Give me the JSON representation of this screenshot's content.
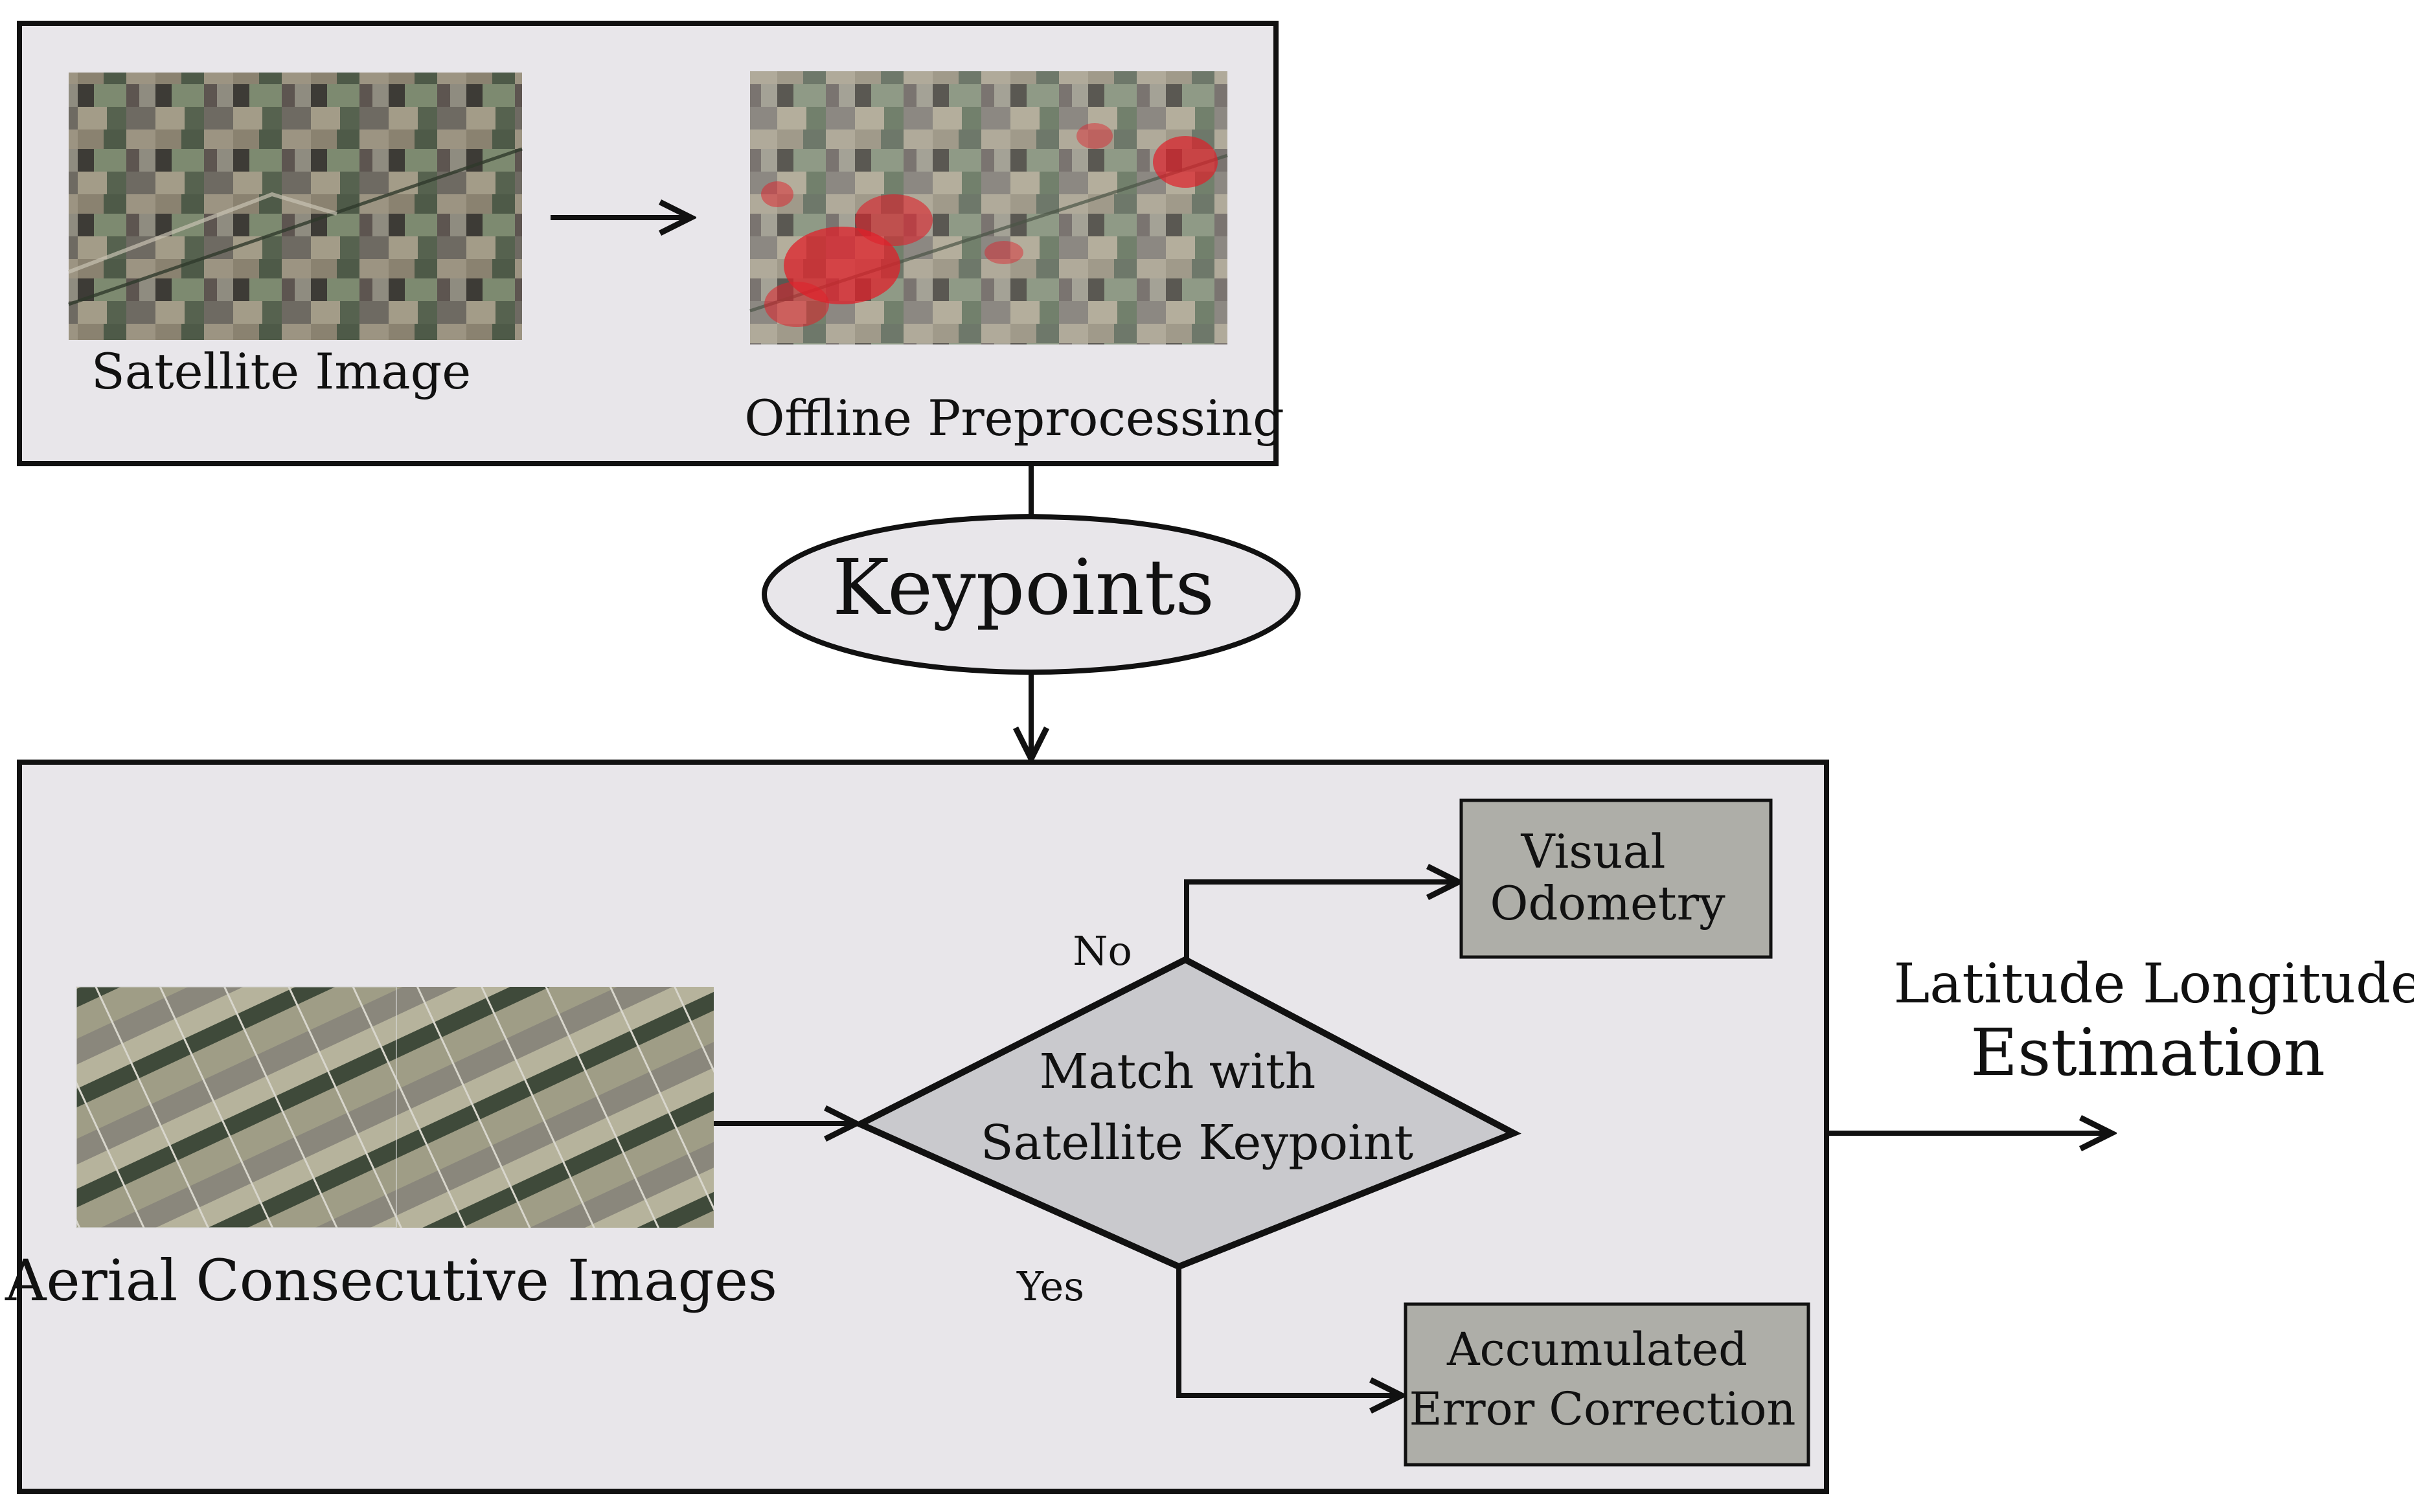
{
  "preprocessing": {
    "satellite_label": "Satellite Image",
    "offline_label": "Offline Preprocessing"
  },
  "keypoints_label": "Keypoints",
  "online": {
    "aerial_label": "Aerial Consecutive Images",
    "decision_line1": "Match with",
    "decision_line2": "Satellite Keypoint",
    "no_label": "No",
    "yes_label": "Yes",
    "vo_line1": "Visual",
    "vo_line2": "Odometry",
    "aec_line1": "Accumulated",
    "aec_line2": "Error Correction"
  },
  "output_line1": "Latitude Longitude",
  "output_line2": "Estimation",
  "colors": {
    "panel_fill": "#e8e6ea",
    "process_box_fill": "#aeaea8",
    "diamond_fill": "#c9c9cd",
    "stroke": "#111111",
    "heatmap_red": "#e0202a"
  }
}
